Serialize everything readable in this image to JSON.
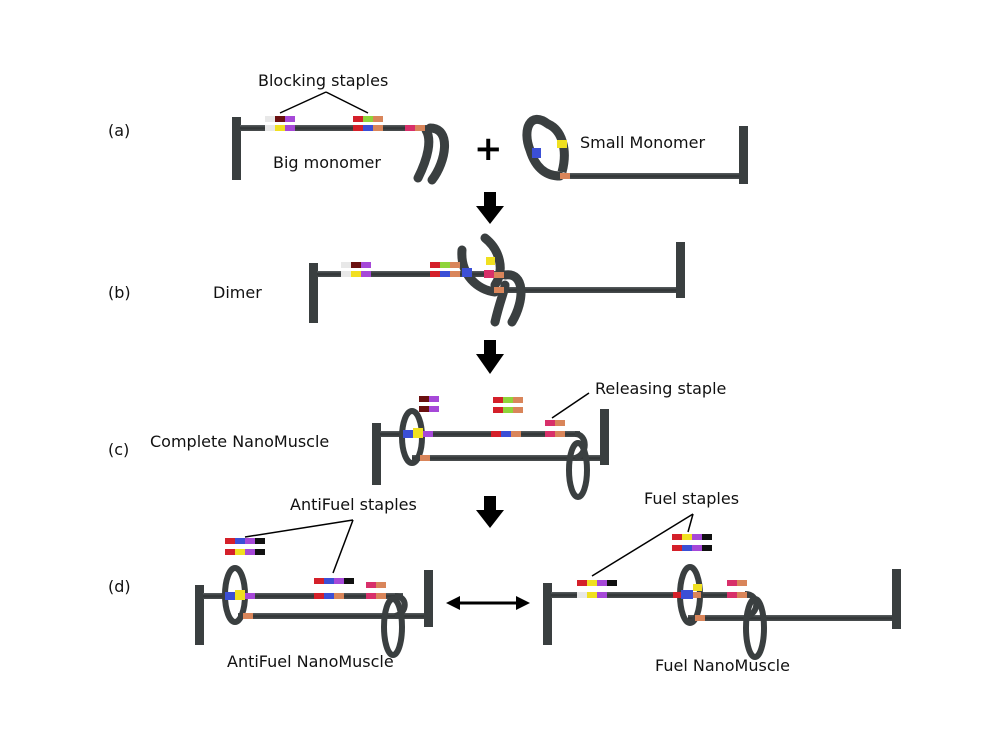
{
  "panels": {
    "a": {
      "tag": "(a)",
      "big_monomer": "Big monomer",
      "small_monomer": "Small Monomer",
      "blocking": "Blocking staples",
      "plus": "+"
    },
    "b": {
      "tag": "(b)",
      "dimer": "Dimer"
    },
    "c": {
      "tag": "(c)",
      "complete": "Complete NanoMuscle",
      "releasing": "Releasing staple"
    },
    "d": {
      "tag": "(d)",
      "antifuel_staples": "AntiFuel staples",
      "fuel_staples": "Fuel staples",
      "antifuel_muscle": "AntiFuel NanoMuscle",
      "fuel_muscle": "Fuel NanoMuscle"
    }
  },
  "colors": {
    "rod": "#3a3f40",
    "red": "#d4202a",
    "green": "#8fd43a",
    "orange": "#d9855a",
    "blue": "#3b4fd6",
    "yellow": "#f0e020",
    "purple": "#a648d8",
    "white": "#e8e8e8",
    "maroon": "#6a1010",
    "pink": "#d8306a",
    "black": "#111111"
  }
}
